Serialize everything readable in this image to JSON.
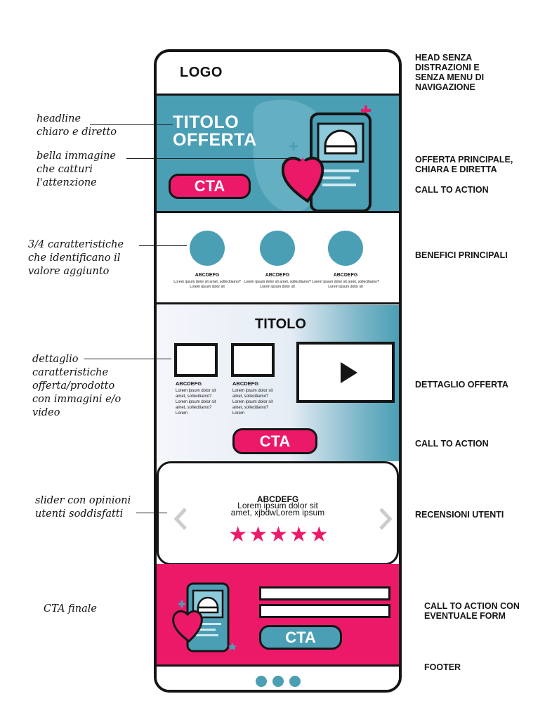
{
  "wireframe": {
    "logo": "LOGO",
    "hero": {
      "title_line1": "TITOLO",
      "title_line2": "OFFERTA",
      "cta": "CTA"
    },
    "benefits": [
      {
        "title": "ABCDEFG",
        "text": "Lorem ipsum dolor sit amet, sollecitiamo?Lorem ipsum dolor sit"
      },
      {
        "title": "ABCDEFG",
        "text": "Lorem ipsum dolor sit amet, sollecitiamo?Lorem ipsum dolor sit"
      },
      {
        "title": "ABCDEFG",
        "text": "Lorem ipsum dolor sit amet, sollecitiamo?Lorem ipsum dolor sit"
      }
    ],
    "detail": {
      "title": "TITOLO",
      "items": [
        {
          "title": "ABCDEFG",
          "text": "Lorem ipsum dolor sit amet, sollecitiamo?Lorem ipsum dolor sit amet, sollecitiamo?Lorem"
        },
        {
          "title": "ABCDEFG",
          "text": "Lorem ipsum dolor sit amet, sollecitiamo?Lorem ipsum dolor sit amet, sollecitiamo?Lorem"
        }
      ],
      "cta": "CTA"
    },
    "review": {
      "title": "ABCDEFG",
      "text_line1": "Lorem ipsum dolor sit",
      "text_line2": "amet, xjbdwLorem ipsum",
      "stars": 5,
      "star_glyph": "★"
    },
    "final": {
      "cta": "CTA"
    }
  },
  "annotations": {
    "headline": [
      "headline",
      "chiaro e diretto"
    ],
    "image": [
      "bella immagine",
      "che catturi",
      "l'attenzione"
    ],
    "features": [
      "3/4 caratteristiche",
      "che identificano il",
      "valore aggiunto"
    ],
    "detail": [
      "dettaglio",
      "caratteristiche",
      "offerta/prodotto",
      "con immagini e/o",
      "video"
    ],
    "slider": [
      "slider con opinioni",
      "utenti soddisfatti"
    ],
    "cta_final": [
      "CTA finale"
    ]
  },
  "labels": {
    "head": [
      "HEAD SENZA",
      "DISTRAZIONI E",
      "SENZA  MENU DI",
      "NAVIGAZIONE"
    ],
    "offer": [
      "OFFERTA PRINCIPALE,",
      "CHIARA E DIRETTA"
    ],
    "cta1": "CALL TO ACTION",
    "benefits": "BENEFICI PRINCIPALI",
    "detail": "DETTAGLIO OFFERTA",
    "cta2": "CALL TO ACTION",
    "reviews": "RECENSIONI UTENTI",
    "cta_form": [
      "CALL TO ACTION CON",
      "EVENTUALE FORM"
    ],
    "footer": "FOOTER"
  },
  "colors": {
    "teal": "#4b9fb5",
    "pink": "#ec1969",
    "outline": "#151515"
  }
}
